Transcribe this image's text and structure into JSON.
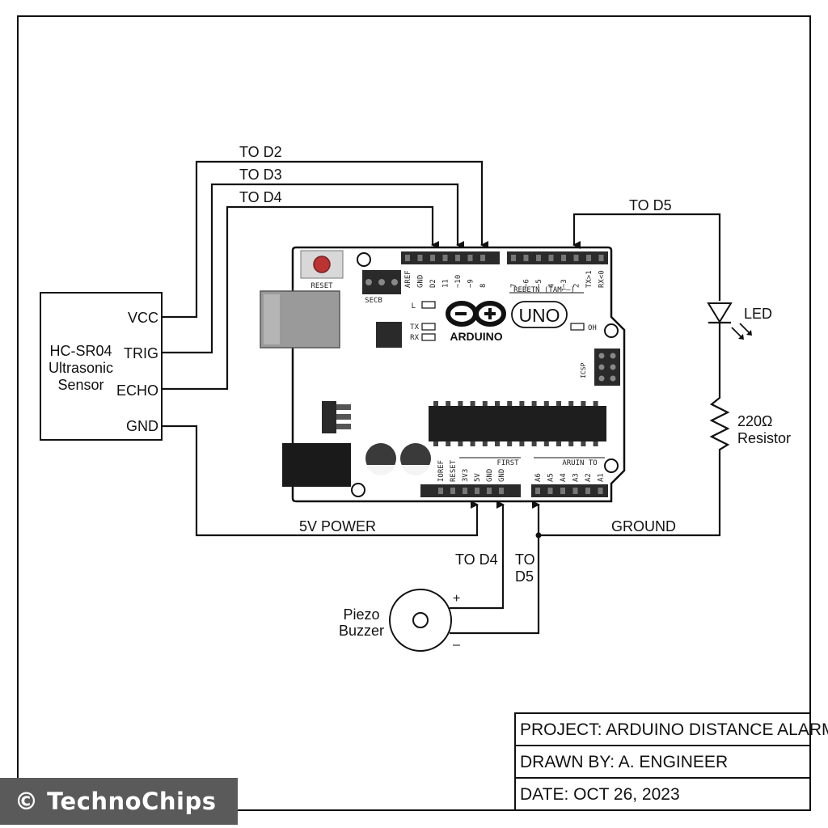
{
  "sensor": {
    "name_line1": "HC-SR04",
    "name_line2": "Ultrasonic",
    "name_line3": "Sensor",
    "pins": [
      "VCC",
      "TRIG",
      "ECHO",
      "GND"
    ]
  },
  "wires": {
    "to_d2": "TO D2",
    "to_d3": "TO D3",
    "to_d4": "TO D4",
    "to_d5": "TO D5",
    "power": "5V POWER",
    "ground": "GROUND",
    "buzzer_d4": "TO D4",
    "buzzer_d5_line1": "TO",
    "buzzer_d5_line2": "D5"
  },
  "board": {
    "reset": "RESET",
    "secb": "SECB",
    "logo": "ARDUINO",
    "model": "UNO",
    "led_l": "L",
    "led_tx": "TX",
    "led_rx": "RX",
    "led_on": "OH",
    "header_top_left": [
      "AREF",
      "GND",
      "D2",
      "11",
      "~10",
      "~9",
      "8"
    ],
    "header_top_right": [
      "7",
      "~6",
      "~5",
      "4",
      "~3",
      "2",
      "TX>1",
      "RX<0"
    ],
    "header_top_caption": "REBETN (TAM⌐–)",
    "icsp": "ICSP",
    "power_caption": "FIRST",
    "power_pins": [
      "IOREF",
      "RESET",
      "3V3",
      "5V",
      "GND",
      "GND"
    ],
    "analog_caption": "ARUIN TO",
    "analog_pins": [
      "A6",
      "A5",
      "A4",
      "A3",
      "A2",
      "A1"
    ]
  },
  "led": {
    "label": "LED"
  },
  "resistor": {
    "value": "220Ω",
    "label": "Resistor"
  },
  "buzzer": {
    "label_line1": "Piezo",
    "label_line2": "Buzzer",
    "plus": "+",
    "minus": "–"
  },
  "title_block": {
    "project": "PROJECT: ARDUINO DISTANCE ALARM",
    "drawn_by": "DRAWN BY: A. ENGINEER",
    "date": "DATE: OCT 26, 2023"
  },
  "watermark": "© TechnoChips"
}
